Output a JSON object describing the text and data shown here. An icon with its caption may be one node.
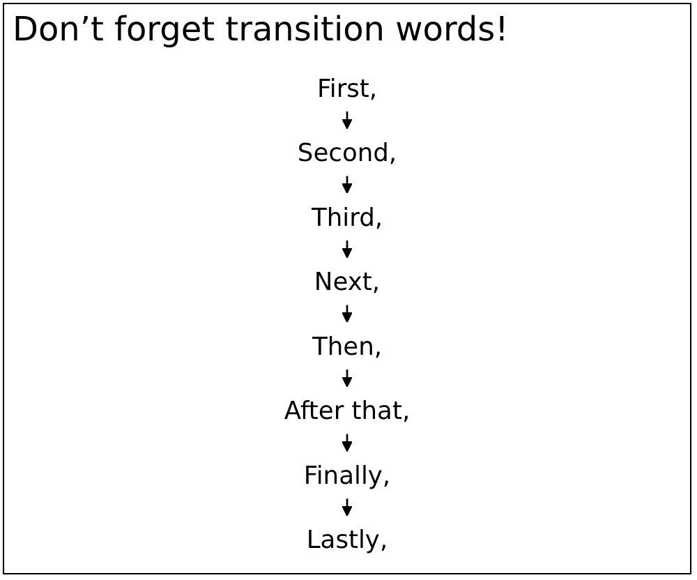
{
  "diagram": {
    "title": "Don’t forget transition words!",
    "nodes": [
      {
        "text": [
          "First,"
        ]
      },
      {
        "text": [
          "Second,"
        ]
      },
      {
        "text": [
          "Third,"
        ]
      },
      {
        "text": [
          "Next,"
        ]
      },
      {
        "text": [
          "Then,"
        ]
      },
      {
        "text": [
          "After that,"
        ]
      },
      {
        "text": [
          "Finally,"
        ]
      },
      {
        "text": [
          "Lastly,"
        ]
      }
    ],
    "edges": [
      {
        "from": 0,
        "to": 1,
        "arrow": "to"
      },
      {
        "from": 1,
        "to": 2,
        "arrow": "to"
      },
      {
        "from": 2,
        "to": 3,
        "arrow": "to"
      },
      {
        "from": 3,
        "to": 4,
        "arrow": "to"
      },
      {
        "from": 4,
        "to": 5,
        "arrow": "to"
      },
      {
        "from": 5,
        "to": 6,
        "arrow": "to"
      },
      {
        "from": 6,
        "to": 7,
        "arrow": "to"
      }
    ]
  }
}
